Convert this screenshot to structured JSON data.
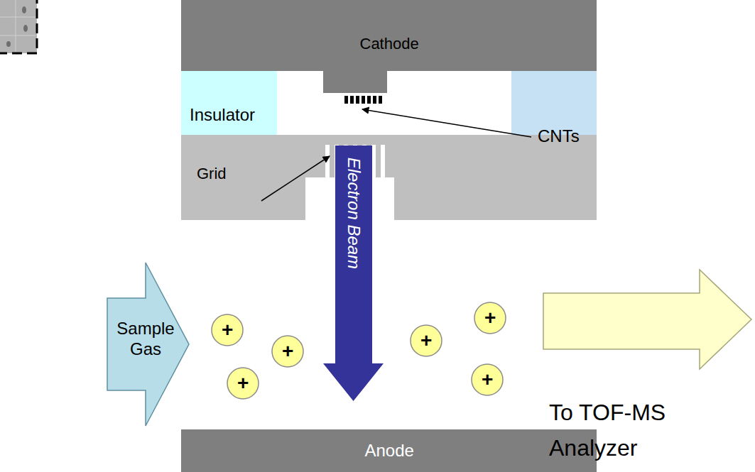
{
  "diagram": {
    "nodes": [
      {
        "text": [
          "Cathode"
        ]
      },
      {
        "text": [
          "Insulator"
        ]
      },
      {
        "text": [
          "Grid"
        ]
      },
      {
        "text": [
          "Electron Beam"
        ]
      },
      {
        "text": [
          "Sample Gas"
        ]
      },
      {
        "text": [
          "+"
        ]
      },
      {
        "text": [
          "+"
        ]
      },
      {
        "text": [
          "+"
        ]
      },
      {
        "text": [
          "+"
        ]
      },
      {
        "text": [
          "+"
        ]
      },
      {
        "text": [
          "+"
        ]
      },
      {
        "text": [
          "Anode"
        ]
      }
    ],
    "labels": [
      "CNTs",
      "To TOF-MS Analyzer"
    ]
  }
}
